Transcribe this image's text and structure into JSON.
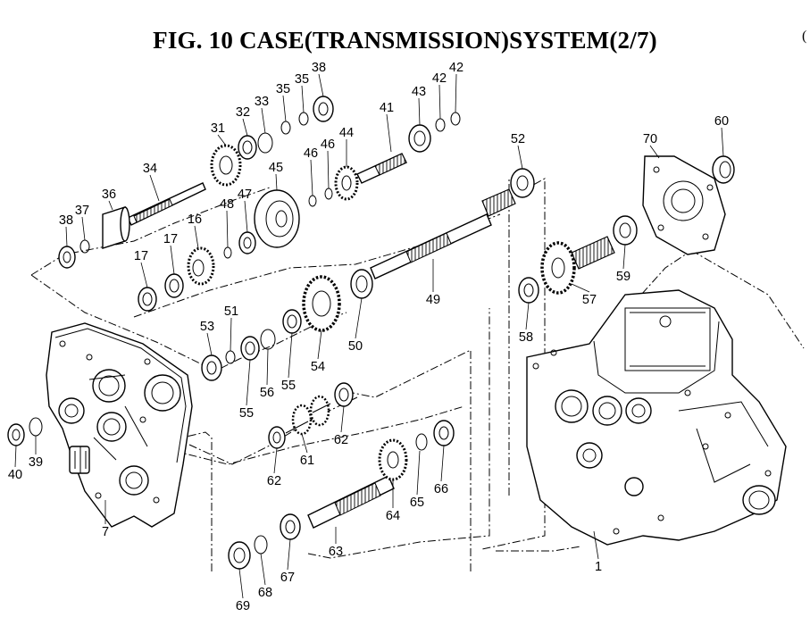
{
  "title": "FIG. 10  CASE(TRANSMISSION)SYSTEM(2/7)",
  "corner_mark": "(",
  "parts": [
    {
      "id": "p38a",
      "label": "38"
    },
    {
      "id": "p35a",
      "label": "35"
    },
    {
      "id": "p35b",
      "label": "35"
    },
    {
      "id": "p33",
      "label": "33"
    },
    {
      "id": "p32",
      "label": "32"
    },
    {
      "id": "p31",
      "label": "31"
    },
    {
      "id": "p41",
      "label": "41"
    },
    {
      "id": "p43",
      "label": "43"
    },
    {
      "id": "p42a",
      "label": "42"
    },
    {
      "id": "p42b",
      "label": "42"
    },
    {
      "id": "p44",
      "label": "44"
    },
    {
      "id": "p46a",
      "label": "46"
    },
    {
      "id": "p46b",
      "label": "46"
    },
    {
      "id": "p45",
      "label": "45"
    },
    {
      "id": "p34",
      "label": "34"
    },
    {
      "id": "p36",
      "label": "36"
    },
    {
      "id": "p37",
      "label": "37"
    },
    {
      "id": "p38b",
      "label": "38"
    },
    {
      "id": "p16",
      "label": "16"
    },
    {
      "id": "p17a",
      "label": "17"
    },
    {
      "id": "p17b",
      "label": "17"
    },
    {
      "id": "p47",
      "label": "47"
    },
    {
      "id": "p48",
      "label": "48"
    },
    {
      "id": "p52",
      "label": "52"
    },
    {
      "id": "p70",
      "label": "70"
    },
    {
      "id": "p60",
      "label": "60"
    },
    {
      "id": "p49",
      "label": "49"
    },
    {
      "id": "p57",
      "label": "57"
    },
    {
      "id": "p59",
      "label": "59"
    },
    {
      "id": "p58",
      "label": "58"
    },
    {
      "id": "p53",
      "label": "53"
    },
    {
      "id": "p51",
      "label": "51"
    },
    {
      "id": "p55a",
      "label": "55"
    },
    {
      "id": "p56",
      "label": "56"
    },
    {
      "id": "p55b",
      "label": "55"
    },
    {
      "id": "p54",
      "label": "54"
    },
    {
      "id": "p50",
      "label": "50"
    },
    {
      "id": "p62a",
      "label": "62"
    },
    {
      "id": "p61",
      "label": "61"
    },
    {
      "id": "p62b",
      "label": "62"
    },
    {
      "id": "p64",
      "label": "64"
    },
    {
      "id": "p65",
      "label": "65"
    },
    {
      "id": "p66",
      "label": "66"
    },
    {
      "id": "p63",
      "label": "63"
    },
    {
      "id": "p67",
      "label": "67"
    },
    {
      "id": "p68",
      "label": "68"
    },
    {
      "id": "p69",
      "label": "69"
    },
    {
      "id": "p40",
      "label": "40"
    },
    {
      "id": "p39",
      "label": "39"
    },
    {
      "id": "p7",
      "label": "7"
    },
    {
      "id": "p1",
      "label": "1"
    }
  ]
}
